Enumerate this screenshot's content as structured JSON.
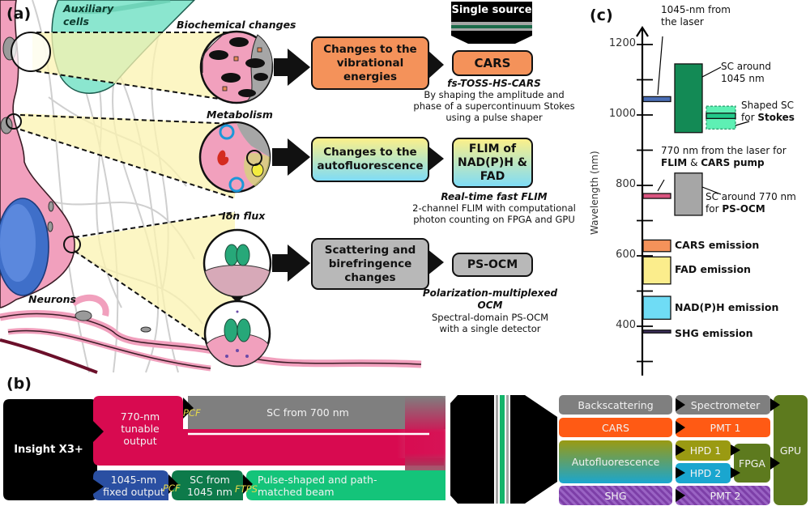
{
  "panels": {
    "a": {
      "label": "(a)",
      "tissue_labels": {
        "auxiliary_cells": "Auxiliary cells",
        "neurons": "Neurons"
      },
      "rows": [
        {
          "change_label": "Biochemical changes",
          "effect": "Changes to the vibrational energies",
          "modality": "CARS",
          "method_title": "fs-TOSS-HS-CARS",
          "method_desc": "By shaping the amplitude and phase of a supercontinuum Stokes using a pulse shaper",
          "color": "#f4925a"
        },
        {
          "change_label": "Metabolism",
          "effect": "Changes to the autofluorescence",
          "modality": "FLIM of NAD(P)H & FAD",
          "method_title": "Real-time fast FLIM",
          "method_desc": "2-channel FLIM with computational photon counting on FPGA and GPU",
          "color": "gradient-yellow-cyan"
        },
        {
          "change_label": "Ion flux",
          "effect": "Scattering and birefringence changes",
          "modality": "PS-OCM",
          "method_title": "Polarization-multiplexed OCM",
          "method_desc": "Spectral-domain PS-OCM with a single detector",
          "color": "#b8b8b8"
        }
      ],
      "single_source_label": "Single source"
    },
    "b": {
      "label": "(b)",
      "laser": "Insight X3+",
      "beam_770": "770-nm tunable output",
      "pcf_label": "PCF",
      "sc_700": "SC from 700 nm",
      "beam_1045": "1045-nm fixed output",
      "sc_1045": "SC from 1045 nm",
      "ftps_label": "FTPS",
      "pulse_shaped": "Pulse-shaped and path-matched beam",
      "signals": [
        "Backscattering",
        "CARS",
        "Autofluorescence",
        "SHG"
      ],
      "detectors": [
        "Spectrometer",
        "PMT 1",
        "HPD 1",
        "HPD 2",
        "PMT 2"
      ],
      "fpga": "FPGA",
      "gpu": "GPU"
    },
    "c": {
      "label": "(c)"
    }
  },
  "colors": {
    "cars_orange": "#f4925a",
    "cars_b_orange": "#ff5a14",
    "fad_yellow": "#fbed8c",
    "nadph_cyan": "#6fdcf5",
    "shg_purple": "#3c2d5a",
    "laser_1045_blue": "#4a6eb5",
    "laser_770_pink": "#d9547f",
    "sc_1045_green": "#138a55",
    "sc_770_gray": "#a6a6a6",
    "shaped_sc": "#5ef0b4",
    "crimson": "#d80a50",
    "b_blue": "#2a4fa2",
    "b_darkgreen": "#0d7a4a",
    "b_green": "#14c47a",
    "b_gray": "#7f7f7f",
    "olive": "#5d7a1e",
    "hpd1": "#9a9a12",
    "hpd2": "#1aa6cf",
    "shg_b": "#7d3fa8"
  },
  "chart_data": {
    "type": "range-bar",
    "title": "",
    "ylabel": "Wavelength (nm)",
    "xlabel": "",
    "ylim": [
      260,
      1260
    ],
    "yticks": [
      1200,
      1100,
      1000,
      900,
      800,
      700,
      600,
      500,
      400,
      300
    ],
    "ytick_labels": [
      "1200",
      "1000",
      "800",
      "600",
      "400"
    ],
    "grid": false,
    "bars": [
      {
        "name": "1045-nm from the laser",
        "low": 1038,
        "high": 1052,
        "column": 1,
        "color": "#4a6eb5",
        "label": "1045-nm from the laser"
      },
      {
        "name": "SC around 1045 nm",
        "low": 950,
        "high": 1145,
        "column": 2,
        "color": "#138a55",
        "label": "SC around 1045 nm"
      },
      {
        "name": "Shaped SC for Stokes",
        "low": 960,
        "high": 1025,
        "column": 3,
        "color": "#5ef0b4",
        "label_plain": "Shaped SC for ",
        "label_bold": "Stokes"
      },
      {
        "name": "770 nm from the laser",
        "low": 763,
        "high": 777,
        "column": 1,
        "color": "#d9547f",
        "label_plain": "770 nm from the laser for",
        "label_bold_1": "FLIM",
        "label_amp": " & ",
        "label_bold_2": "CARS pump"
      },
      {
        "name": "SC around 770 nm",
        "low": 715,
        "high": 835,
        "column": 2,
        "color": "#a6a6a6",
        "label_plain": "SC around 770 nm",
        "label_plain_2": "for ",
        "label_bold": "PS-OCM"
      },
      {
        "name": "CARS emission",
        "low": 612,
        "high": 645,
        "column": 1,
        "color": "#f4925a",
        "label": "CARS emission"
      },
      {
        "name": "FAD emission",
        "low": 520,
        "high": 597,
        "column": 1,
        "color": "#fbed8c",
        "label": "FAD emission"
      },
      {
        "name": "NAD(P)H emission",
        "low": 420,
        "high": 485,
        "column": 1,
        "color": "#6fdcf5",
        "label": "NAD(P)H emission"
      },
      {
        "name": "SHG emission",
        "low": 381,
        "high": 389,
        "column": 1,
        "color": "#3c2d5a",
        "label": "SHG emission"
      }
    ]
  }
}
